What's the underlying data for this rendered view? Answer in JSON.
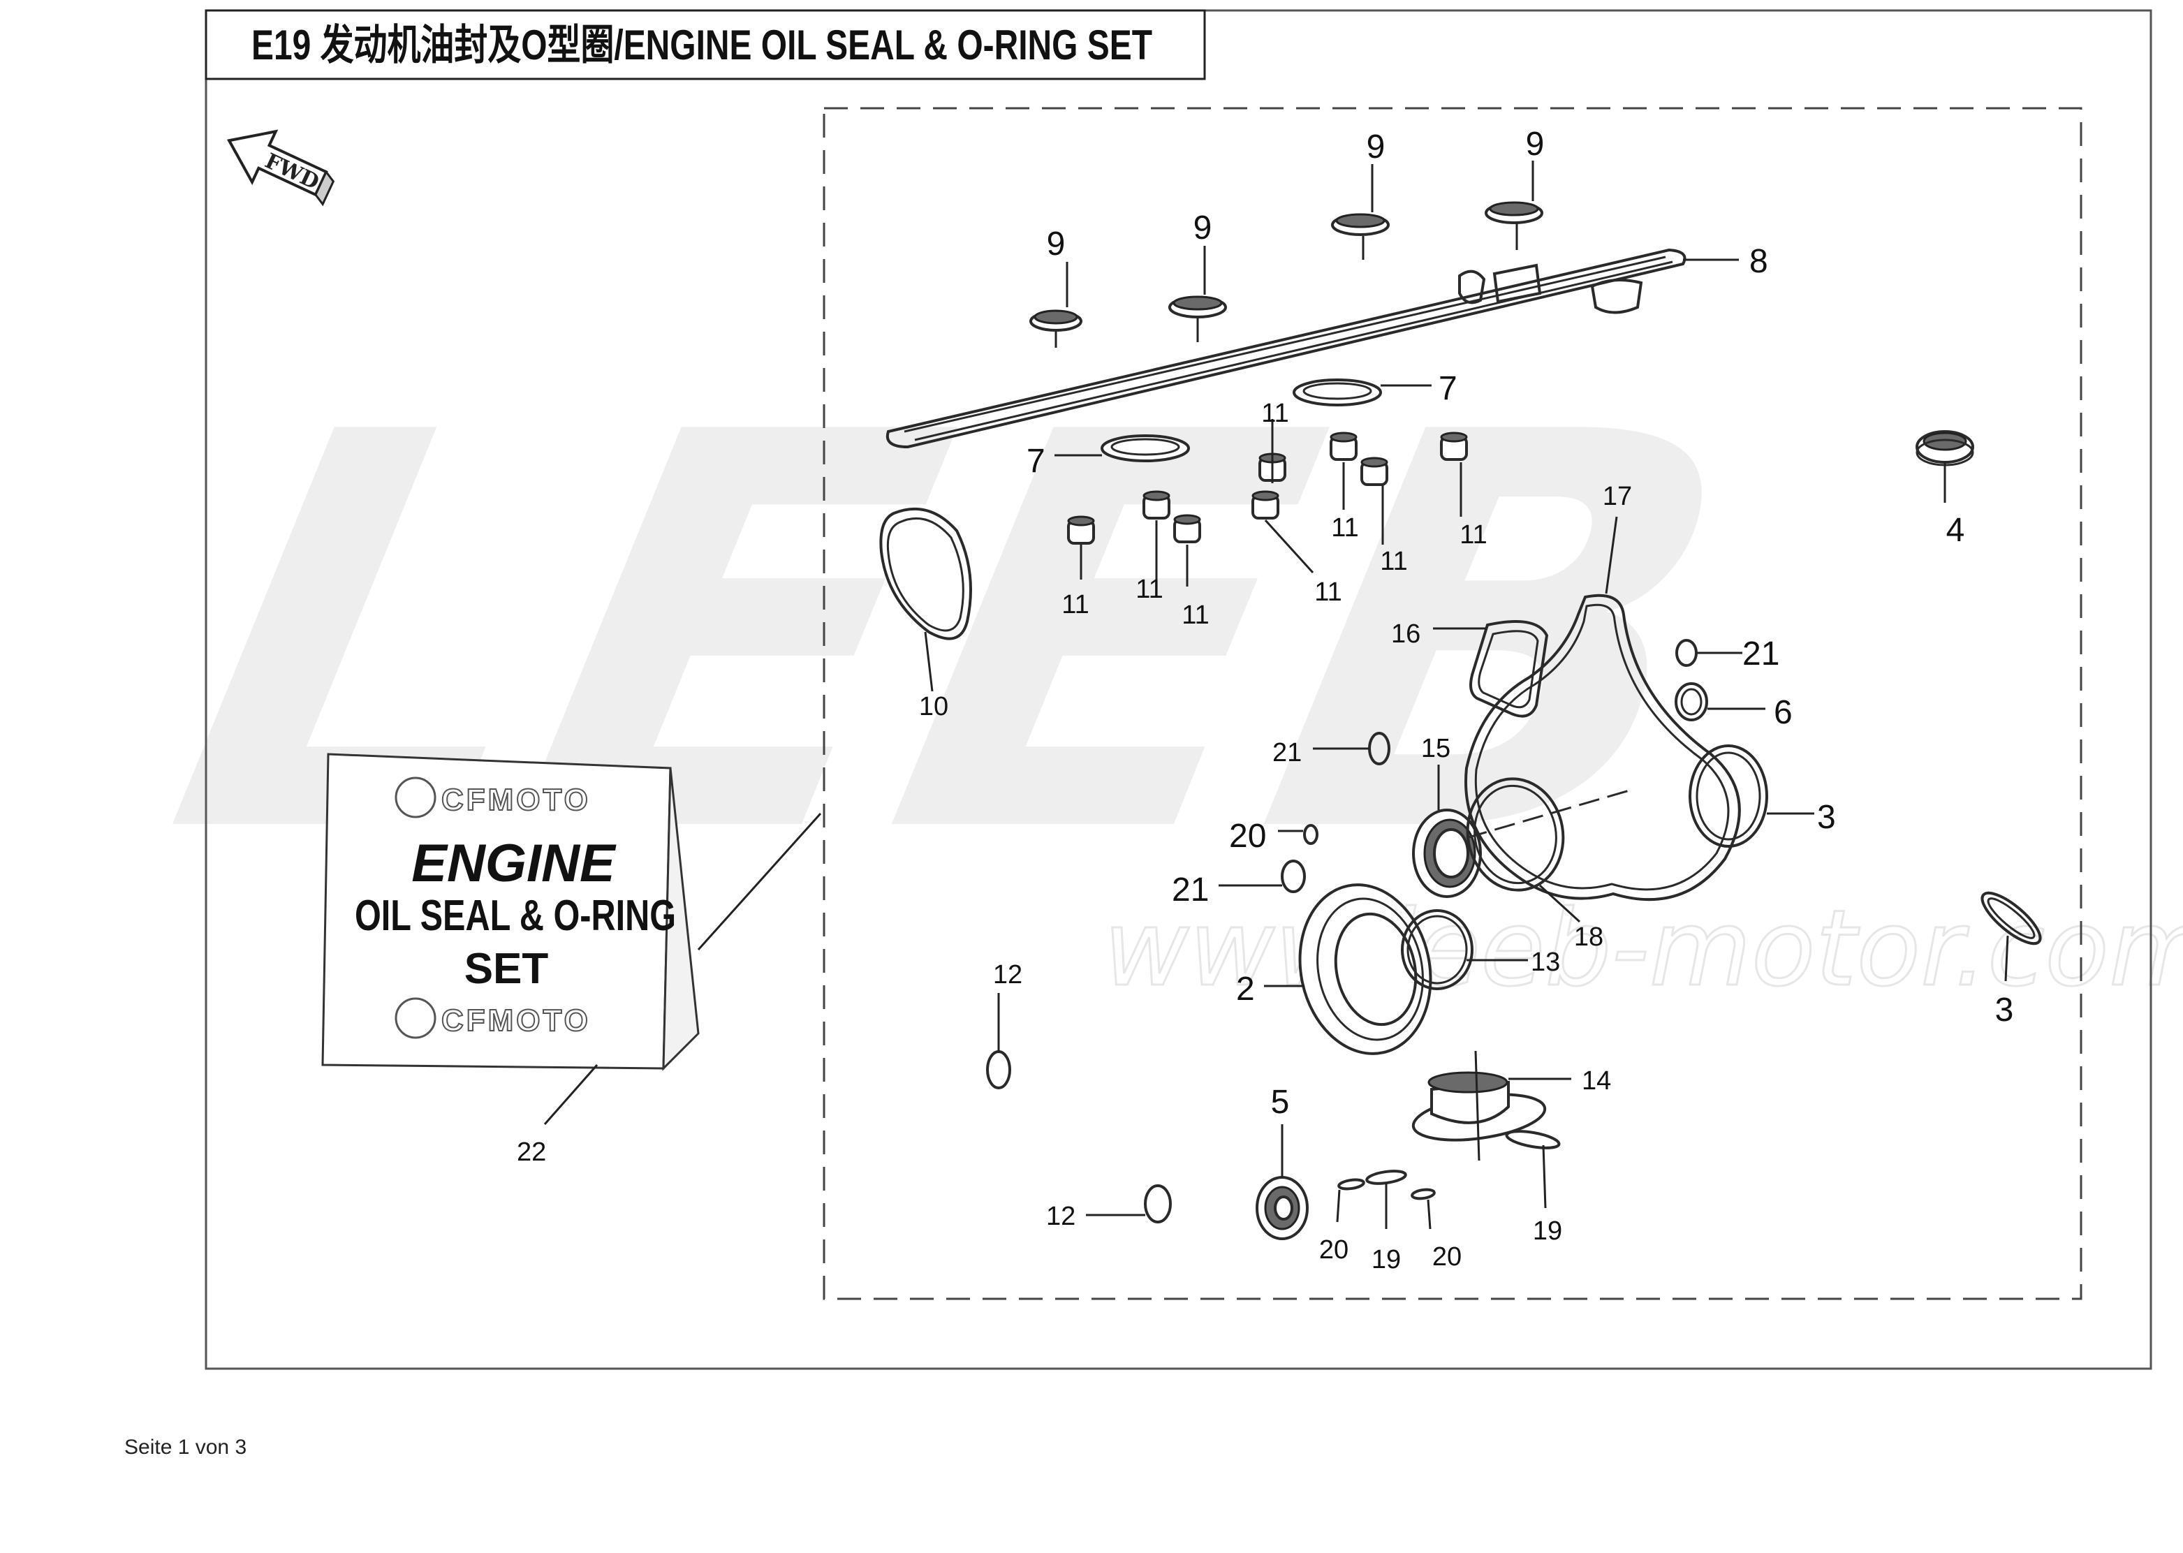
{
  "title": "E19 发动机油封及O型圈/ENGINE OIL SEAL & O-RING SET",
  "direction_marker": "FWD",
  "watermark": {
    "brand": "LEEB",
    "url": "www.leeb-motor.com"
  },
  "kit_box": {
    "brand_top": "CFMOTO",
    "heading": "ENGINE",
    "line1": "OIL SEAL & O-RING",
    "line2": "SET",
    "brand_bottom": "CFMOTO"
  },
  "callouts": {
    "c9a": "9",
    "c9b": "9",
    "c9c": "9",
    "c9d": "9",
    "c8": "8",
    "c7a": "7",
    "c7b": "7",
    "c4": "4",
    "c17": "17",
    "c11a": "11",
    "c11b": "11",
    "c11c": "11",
    "c11d": "11",
    "c11e": "11",
    "c11f": "11",
    "c11g": "11",
    "c10": "10",
    "c16": "16",
    "c21a": "21",
    "c21b": "21",
    "c21c": "21",
    "c6": "6",
    "c15": "15",
    "c3a": "3",
    "c3b": "3",
    "c20a": "20",
    "c20b": "20",
    "c20c": "20",
    "c18": "18",
    "c13": "13",
    "c12a": "12",
    "c12b": "12",
    "c2": "2",
    "c14": "14",
    "c5": "5",
    "c19a": "19",
    "c19b": "19",
    "c22": "22"
  },
  "footer": "Seite 1 von 3"
}
